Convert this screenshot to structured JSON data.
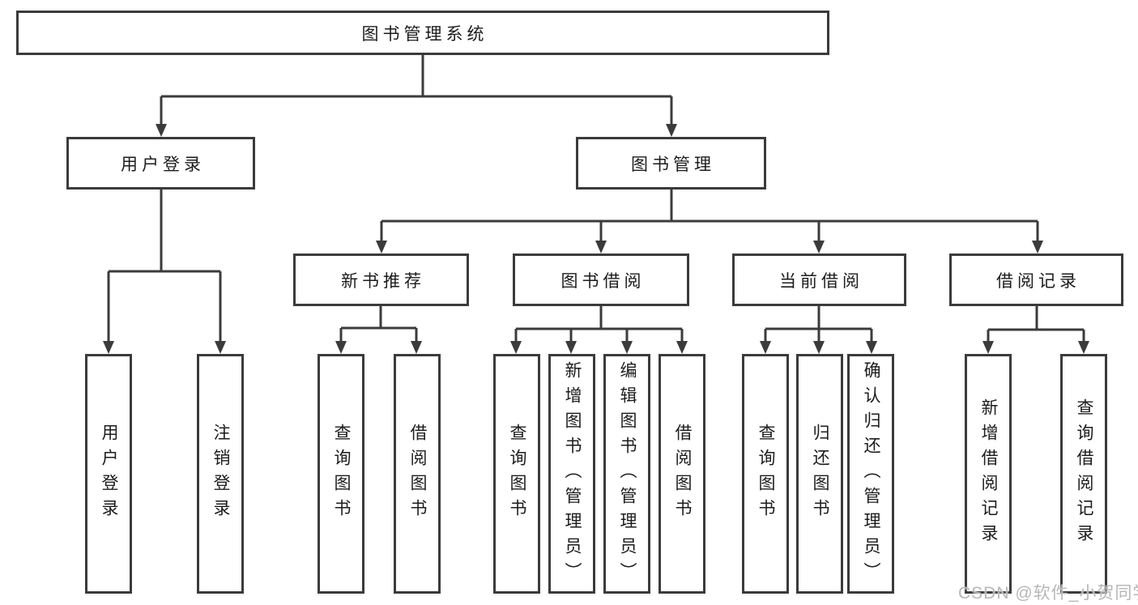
{
  "tree": {
    "label": "图书管理系统",
    "children": [
      {
        "label": "用户登录",
        "children": [
          {
            "label": "用户登录"
          },
          {
            "label": "注销登录"
          }
        ]
      },
      {
        "label": "图书管理",
        "children": [
          {
            "label": "新书推荐",
            "children": [
              {
                "label": "查询图书"
              },
              {
                "label": "借阅图书"
              }
            ]
          },
          {
            "label": "图书借阅",
            "children": [
              {
                "label": "查询图书"
              },
              {
                "label": "新增图书（管理员）"
              },
              {
                "label": "编辑图书（管理员）"
              },
              {
                "label": "借阅图书"
              }
            ]
          },
          {
            "label": "当前借阅",
            "children": [
              {
                "label": "查询图书"
              },
              {
                "label": "归还图书"
              },
              {
                "label": "确认归还（管理员）"
              }
            ]
          },
          {
            "label": "借阅记录",
            "children": [
              {
                "label": "新增借阅记录"
              },
              {
                "label": "查询借阅记录"
              }
            ]
          }
        ]
      }
    ]
  },
  "watermark": {
    "text": "CSDN @软件_小贺同学"
  },
  "colors": {
    "line": "#3b3b3b",
    "text": "#1c1c1c",
    "watermark": "#b7b7b7",
    "background": "#ffffff"
  }
}
